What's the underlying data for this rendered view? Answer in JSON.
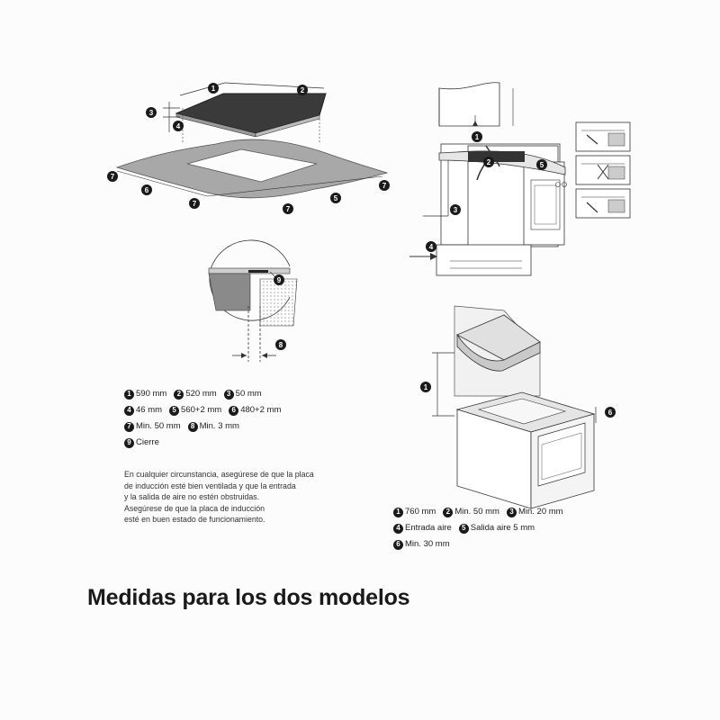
{
  "markers": [
    "1",
    "2",
    "3",
    "4",
    "5",
    "6",
    "7",
    "8",
    "9"
  ],
  "legend_left": [
    [
      {
        "num": "1",
        "text": "590 mm"
      },
      {
        "num": "2",
        "text": "520 mm"
      },
      {
        "num": "3",
        "text": "50 mm"
      }
    ],
    [
      {
        "num": "4",
        "text": "46 mm"
      },
      {
        "num": "5",
        "text": "560+2 mm"
      },
      {
        "num": "6",
        "text": "480+2 mm"
      }
    ],
    [
      {
        "num": "7",
        "text": "Min. 50 mm"
      },
      {
        "num": "8",
        "text": "Min. 3 mm"
      }
    ],
    [
      {
        "num": "9",
        "text": "Cierre"
      }
    ]
  ],
  "legend_right": [
    [
      {
        "num": "1",
        "text": "760 mm"
      },
      {
        "num": "2",
        "text": "Min. 50 mm"
      },
      {
        "num": "3",
        "text": "Min. 20 mm"
      }
    ],
    [
      {
        "num": "4",
        "text": "Entrada aire"
      },
      {
        "num": "5",
        "text": "Salida aire 5 mm"
      }
    ],
    [
      {
        "num": "6",
        "text": "Min. 30 mm"
      }
    ]
  ],
  "note_lines": [
    "En cualquier circunstancia, asegúrese de que la placa",
    "de inducción esté bien ventilada y que la entrada",
    "y la salida de aire no estén obstruidas.",
    "Asegúrese de que la placa de inducción",
    "esté en buen estado de funcionamiento."
  ],
  "title": "Medidas para los dos modelos"
}
